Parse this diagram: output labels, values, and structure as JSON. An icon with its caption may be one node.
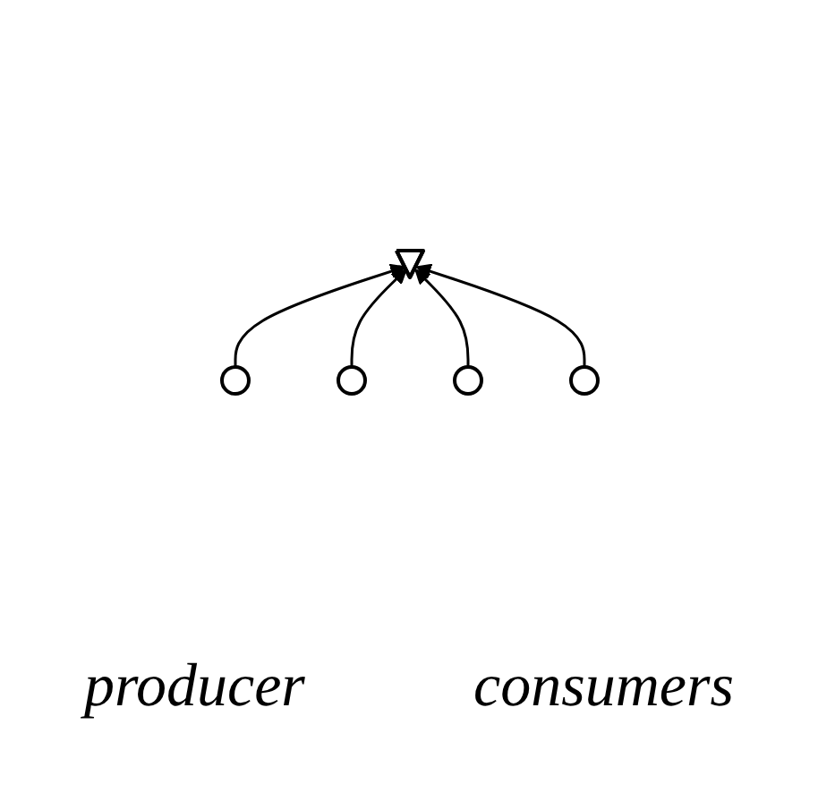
{
  "diagram": {
    "nodes": [
      {
        "text": [],
        "shape": "triangle"
      },
      {
        "text": [],
        "shape": "circle"
      },
      {
        "text": [],
        "shape": "circle"
      },
      {
        "text": [],
        "shape": "circle"
      },
      {
        "text": [],
        "shape": "circle"
      }
    ],
    "edges": [
      {
        "from": 1,
        "to": 0,
        "arrow": "to"
      },
      {
        "from": 2,
        "to": 0,
        "arrow": "to"
      },
      {
        "from": 3,
        "to": 0,
        "arrow": "to"
      },
      {
        "from": 4,
        "to": 0,
        "arrow": "to"
      }
    ],
    "labels": [
      "producer",
      "consumers"
    ]
  }
}
